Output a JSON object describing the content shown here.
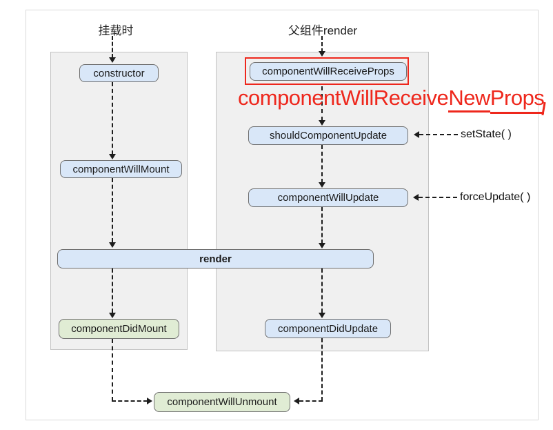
{
  "theme": {
    "panel_bg": "#f0f0f0",
    "panel_border": "#c2c2c2",
    "outer_border": "#d9d9d9",
    "box_blue": "#d9e7f8",
    "box_green": "#e0ecd4",
    "box_border": "#6f6f6f",
    "arrow": "#1c1c1c",
    "red": "#ee271c",
    "text": "#1a1a1a"
  },
  "left_column": {
    "header": "挂载时",
    "nodes": [
      "constructor",
      "componentWillMount",
      "componentDidMount"
    ]
  },
  "right_column": {
    "header": "父组件render",
    "nodes": [
      "componentWillReceiveProps",
      "shouldComponentUpdate",
      "componentWillUpdate",
      "componentDidUpdate"
    ]
  },
  "shared": {
    "render": "render",
    "unmount": "componentWillUnmount"
  },
  "annotation": {
    "prefix": "componentWillReceive",
    "underline_a": "New",
    "underline_b": "Props"
  },
  "side_calls": {
    "set_state": "setState( )",
    "force_update": "forceUpdate( )"
  }
}
